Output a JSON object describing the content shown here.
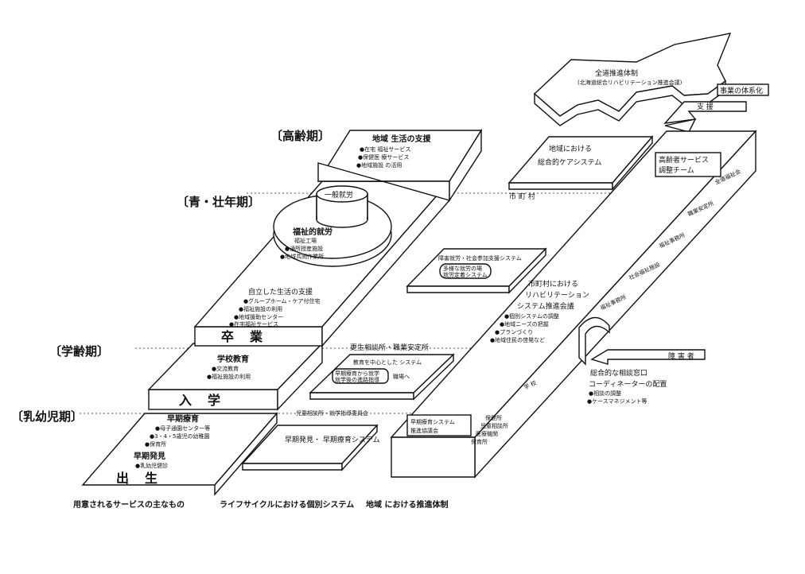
{
  "periods": {
    "elderly": "〔高齢期〕",
    "adult": "〔青・壮年期〕",
    "school": "〔学齢期〕",
    "infant": "〔乳幼児期〕"
  },
  "services": {
    "elderly_title": "地域 生活の支援",
    "elderly_items": [
      "●在宅 福祉サービス",
      "●保健医 療サービス",
      "●地域施設 の活用"
    ],
    "general_work": "一般就労",
    "welfare_work_title": "福祉的就労",
    "welfare_work_items": [
      "福祉工場",
      "●通所授産施設",
      "●地域共同作業所"
    ],
    "independent_title": "自立した生活の支援",
    "independent_items": [
      "●グループホーム・ケア付住宅",
      "●福祉施設の利用",
      "●地域援助センター",
      "●在宅福祉サービス"
    ],
    "graduation": "卒業",
    "school_title": "学校教育",
    "school_items": [
      "●交流教育",
      "●福祉施設の利用"
    ],
    "enrollment": "入学",
    "early_care_title": "早期療育",
    "early_care_items": [
      "●母子通園センター等",
      "●3・4・5歳児の幼稚園",
      "●保育所"
    ],
    "early_detect_title": "早期発見",
    "early_detect_items": [
      "●乳幼児健診"
    ],
    "birth": "出生"
  },
  "lifecycle": {
    "work_support": "障害就労・社会参加支援システム",
    "work_support_items": [
      "多様な就労の場",
      "就労定着システム"
    ],
    "education_system": "教育を中心とした システム",
    "education_items": [
      "早期療育から就学",
      "就学後の進路指導"
    ],
    "to_job": "職場へ",
    "early_system": "早期発見・ 早期療育システム"
  },
  "regional": {
    "national": "全道推進体制",
    "national_sub": "(北海道総合リハビリテーション推進会議)",
    "systematize": "事業の体系化",
    "support": "支 援",
    "care_system": "地域における 総合的ケアシステム",
    "municipality": "市 町 村",
    "elderly_team": "高齢者サービス 調整チーム",
    "rehab_council": "市町村における リハビリテーション システム推進会議",
    "rehab_items": [
      "●個別システムの調整",
      "●地域ニーズの把握",
      "●プランづくり",
      "●地域住民の啓発など"
    ],
    "disabled": "障 害 者",
    "coordinator": "総合的な相談窓口 コーディネーターの配置",
    "coordinator_items": [
      "●相談の調整",
      "●ケースマネジメント等"
    ],
    "early_council": "早期療育システム 推進協議会",
    "org_labels": [
      "全道福祉会",
      "職業安定所",
      "福祉事務所",
      "社会福祉施設",
      "福祉事務所"
    ],
    "school_label": "学 校",
    "health_labels": [
      "保健所",
      "児童相談所",
      "医療機関",
      "保育所"
    ],
    "child_guidance": "児童相談所・就学指導委員会",
    "job_office": "更生相談所・職業安定所"
  },
  "captions": {
    "left": "用意されるサービスの主なもの",
    "middle": "ライフサイクルにおける個別システム",
    "right": "地域 における推進体制"
  }
}
